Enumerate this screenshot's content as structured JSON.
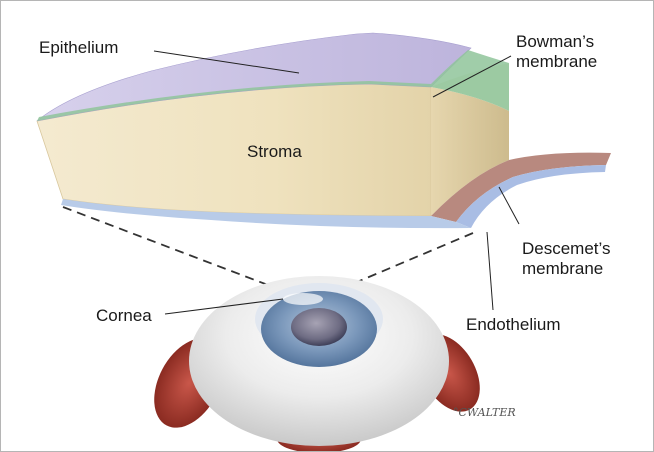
{
  "labels": {
    "epithelium": "Epithelium",
    "bowmans": [
      "Bowman’s",
      "membrane"
    ],
    "stroma": "Stroma",
    "descemets": [
      "Descemet’s",
      "membrane"
    ],
    "cornea": "Cornea",
    "endothelium": "Endothelium"
  },
  "signature": "°CWALTER",
  "colors": {
    "epithelium": "#c9c2e3",
    "bowmans": "#8fc49a",
    "stroma": "#f2e7c6",
    "descemets": "#b8897f",
    "endothelium": "#a9bde4",
    "iris": "#6f8fb5",
    "sclera": "#eeeeee",
    "muscle": "#a83a2c"
  }
}
